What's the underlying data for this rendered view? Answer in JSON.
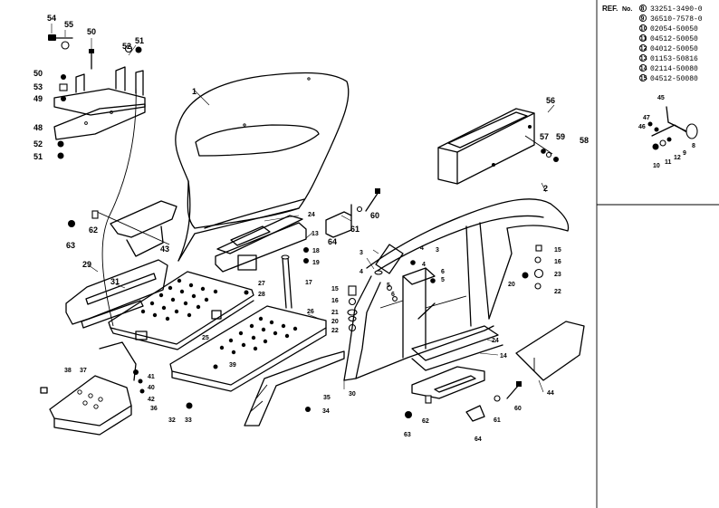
{
  "ref_table": {
    "header": "REF.",
    "header_no": "No.",
    "rows": [
      {
        "ref": "8",
        "part_no": "33251-3490-0"
      },
      {
        "ref": "9",
        "part_no": "36510-7578-0"
      },
      {
        "ref": "10",
        "part_no": "02054-50050"
      },
      {
        "ref": "11",
        "part_no": "04512-50050"
      },
      {
        "ref": "12",
        "part_no": "04012-50050"
      },
      {
        "ref": "13",
        "part_no": "01153-50816"
      },
      {
        "ref": "14",
        "part_no": "02114-50080"
      },
      {
        "ref": "15",
        "part_no": "04512-50080"
      }
    ]
  },
  "callouts": {
    "c54": "54",
    "c55": "55",
    "c50a": "50",
    "c51a": "51",
    "c52": "52",
    "c50b": "50",
    "c53": "53",
    "c49": "49",
    "c48": "48",
    "c52b": "52",
    "c51b": "51",
    "c1": "1",
    "c56": "56",
    "c57": "57",
    "c59": "59",
    "c58": "58",
    "c45": "45",
    "c47": "47",
    "c46": "46",
    "c8": "8",
    "c9": "9",
    "c10": "10",
    "c11": "11",
    "c12": "12",
    "c63a": "63",
    "c62a": "62",
    "c43": "43",
    "c24a": "24",
    "c13": "13",
    "c18": "18",
    "c19": "19",
    "c64a": "64",
    "c61a": "61",
    "c60a": "60",
    "c2": "2",
    "c3a": "3",
    "c4a": "4",
    "c5a": "5",
    "c6a": "6",
    "c4b": "4",
    "c3b": "3",
    "c4c": "4",
    "c5b": "5",
    "c6b": "6",
    "c15a": "15",
    "c16a": "16",
    "c23": "23",
    "c20a": "20",
    "c22a": "22",
    "c29": "29",
    "c31": "31",
    "c27": "27",
    "c28": "28",
    "c17": "17",
    "c15b": "15",
    "c16b": "16",
    "c21": "21",
    "c20b": "20",
    "c22b": "22",
    "c26": "26",
    "c25": "25",
    "c24b": "24",
    "c14": "14",
    "c38": "38",
    "c37": "37",
    "c41": "41",
    "c40": "40",
    "c42": "42",
    "c39": "39",
    "c36": "36",
    "c32": "32",
    "c33": "33",
    "c35": "35",
    "c34": "34",
    "c30": "30",
    "c44": "44",
    "c63b": "63",
    "c62b": "62",
    "c64b": "64",
    "c61b": "61",
    "c60b": "60"
  }
}
